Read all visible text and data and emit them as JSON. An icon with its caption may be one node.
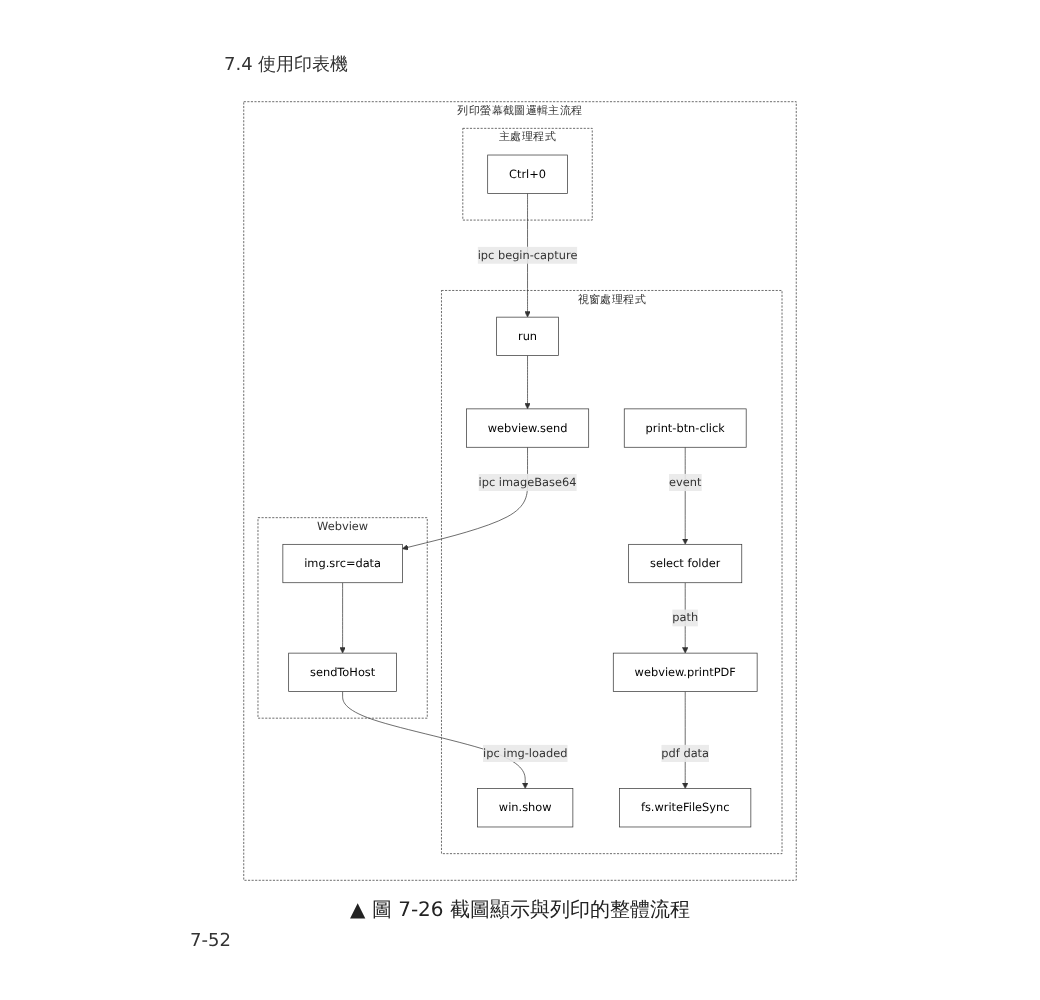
{
  "diagram": {
    "caption": "▲ 圖 7-26 截圖顯示與列印的整體流程",
    "nodes": [
      {
        "text": [
          "列印螢幕截圖邏輯主流程"
        ]
      },
      {
        "text": [
          "主處理程式"
        ],
        "in": 0
      },
      {
        "text": [
          "視窗處理程式"
        ],
        "in": 0
      },
      {
        "text": [
          "Webview"
        ],
        "in": 0
      },
      {
        "text": [
          "Ctrl+0"
        ],
        "in": 1
      },
      {
        "text": [
          "run"
        ],
        "in": 2
      },
      {
        "text": [
          "webview.send"
        ],
        "in": 2
      },
      {
        "text": [
          "img.src=data"
        ],
        "in": 3
      },
      {
        "text": [
          "sendToHost"
        ],
        "in": 3
      },
      {
        "text": [
          "win.show"
        ],
        "in": 2
      },
      {
        "text": [
          "print-btn-click"
        ],
        "in": 2
      },
      {
        "text": [
          "select folder"
        ],
        "in": 2
      },
      {
        "text": [
          "webview.printPDF"
        ],
        "in": 2
      },
      {
        "text": [
          "fs.writeFileSync"
        ],
        "in": 2
      }
    ],
    "edges": [
      {
        "from": 4,
        "to": 5,
        "arrow": "to",
        "label": "ipc begin-capture"
      },
      {
        "from": 5,
        "to": 6,
        "arrow": "to"
      },
      {
        "from": 6,
        "to": 7,
        "arrow": "to",
        "label": "ipc imageBase64"
      },
      {
        "from": 7,
        "to": 8,
        "arrow": "to"
      },
      {
        "from": 8,
        "to": 9,
        "arrow": "to",
        "label": "ipc img-loaded"
      },
      {
        "from": 10,
        "to": 11,
        "arrow": "to",
        "label": "event"
      },
      {
        "from": 11,
        "to": 12,
        "arrow": "to",
        "label": "path"
      },
      {
        "from": 12,
        "to": 13,
        "arrow": "to",
        "label": "pdf data"
      }
    ],
    "labels": [
      "7.4 使用印表機",
      "7-52"
    ]
  }
}
